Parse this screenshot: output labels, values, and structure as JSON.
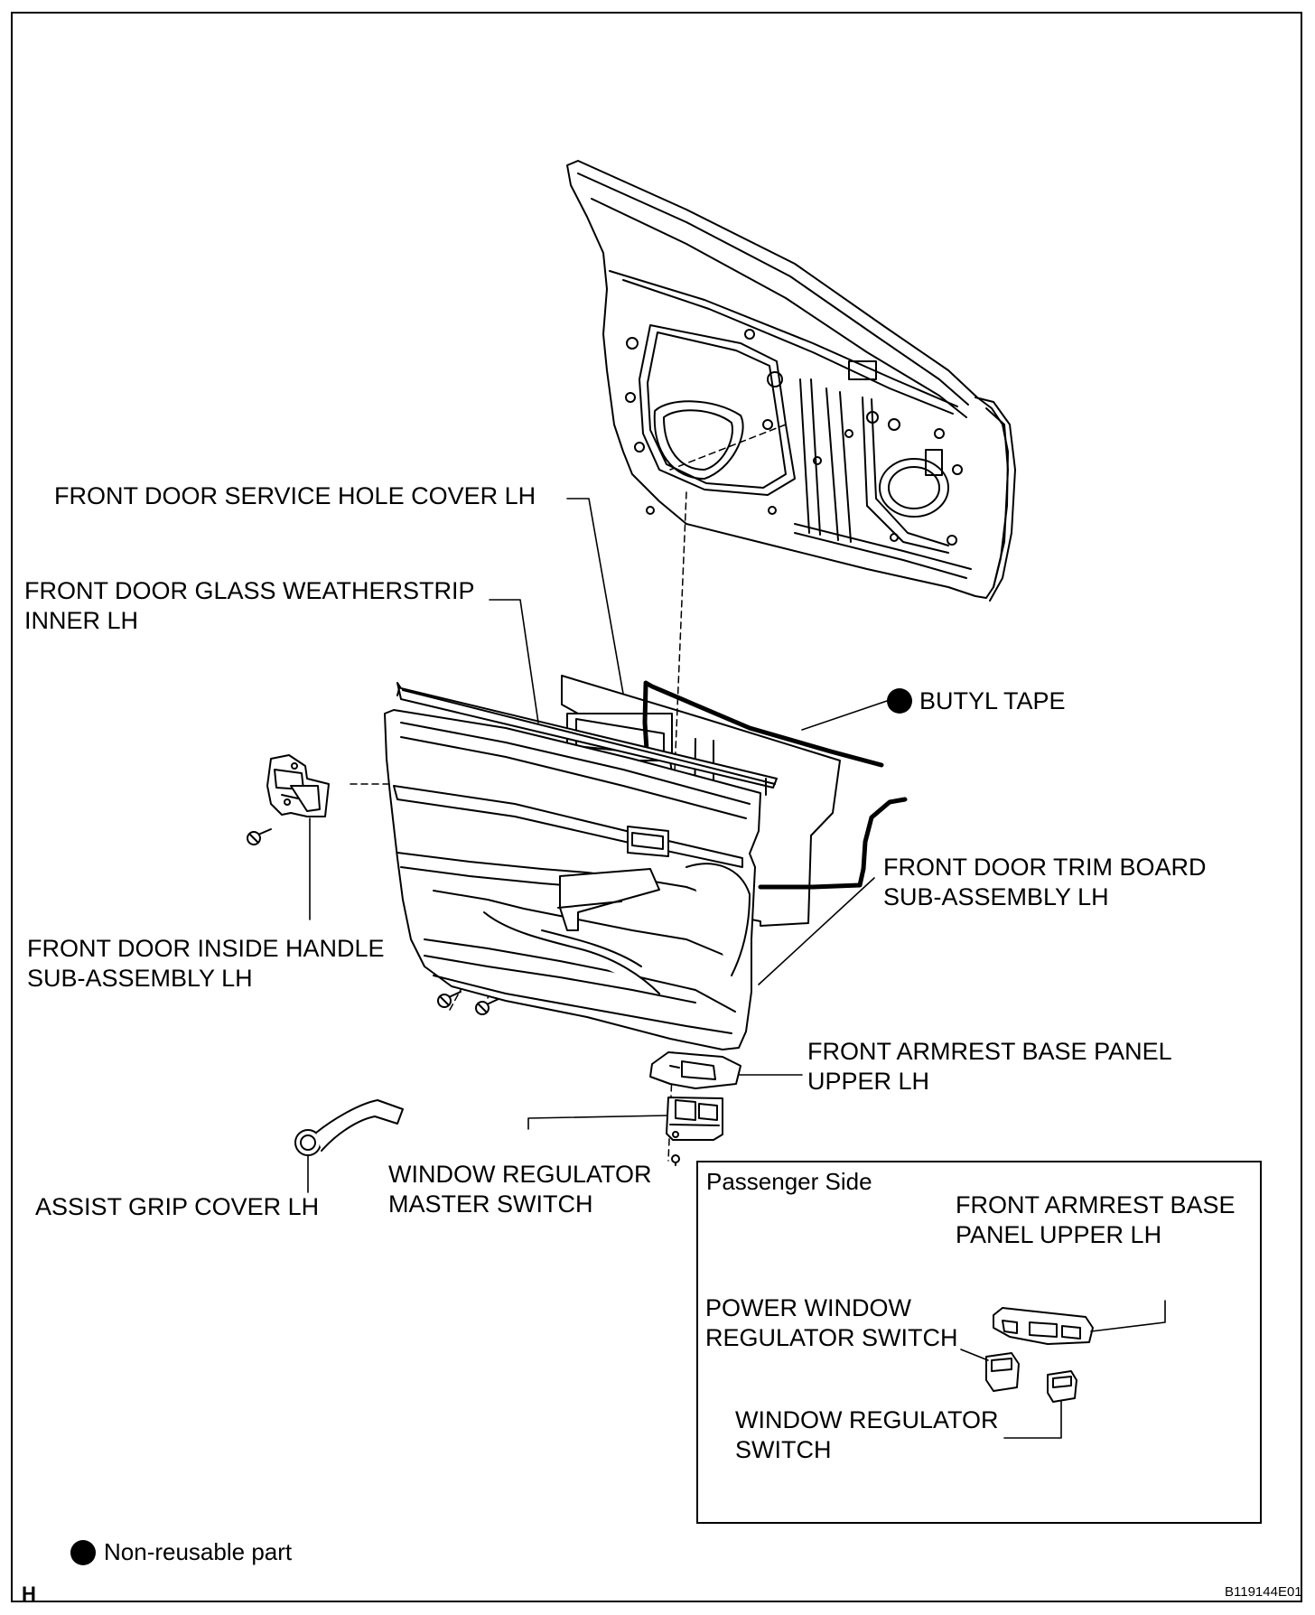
{
  "labels": {
    "service_hole_cover": "FRONT DOOR SERVICE HOLE COVER LH",
    "glass_weatherstrip": [
      "FRONT DOOR GLASS WEATHERSTRIP",
      "INNER LH"
    ],
    "butyl_tape": "BUTYL TAPE",
    "trim_board": [
      "FRONT DOOR TRIM BOARD",
      "SUB-ASSEMBLY LH"
    ],
    "inside_handle": [
      "FRONT DOOR INSIDE HANDLE",
      "SUB-ASSEMBLY LH"
    ],
    "armrest_base_panel": [
      "FRONT ARMREST BASE PANEL",
      "UPPER LH"
    ],
    "master_switch": [
      "WINDOW REGULATOR",
      "MASTER SWITCH"
    ],
    "assist_grip_cover": "ASSIST GRIP COVER LH"
  },
  "inset": {
    "title": "Passenger Side",
    "armrest_base_panel": [
      "FRONT ARMREST BASE",
      "PANEL UPPER LH"
    ],
    "power_window_switch": [
      "POWER WINDOW",
      "REGULATOR SWITCH"
    ],
    "window_regulator_switch": [
      "WINDOW REGULATOR",
      "SWITCH"
    ]
  },
  "legend": {
    "non_reusable": "Non-reusable part"
  },
  "footer": {
    "page_letter": "H",
    "figure_code": "B119144E01"
  },
  "colors": {
    "line": "#000000",
    "background": "#ffffff",
    "fill": "#ffffff"
  }
}
